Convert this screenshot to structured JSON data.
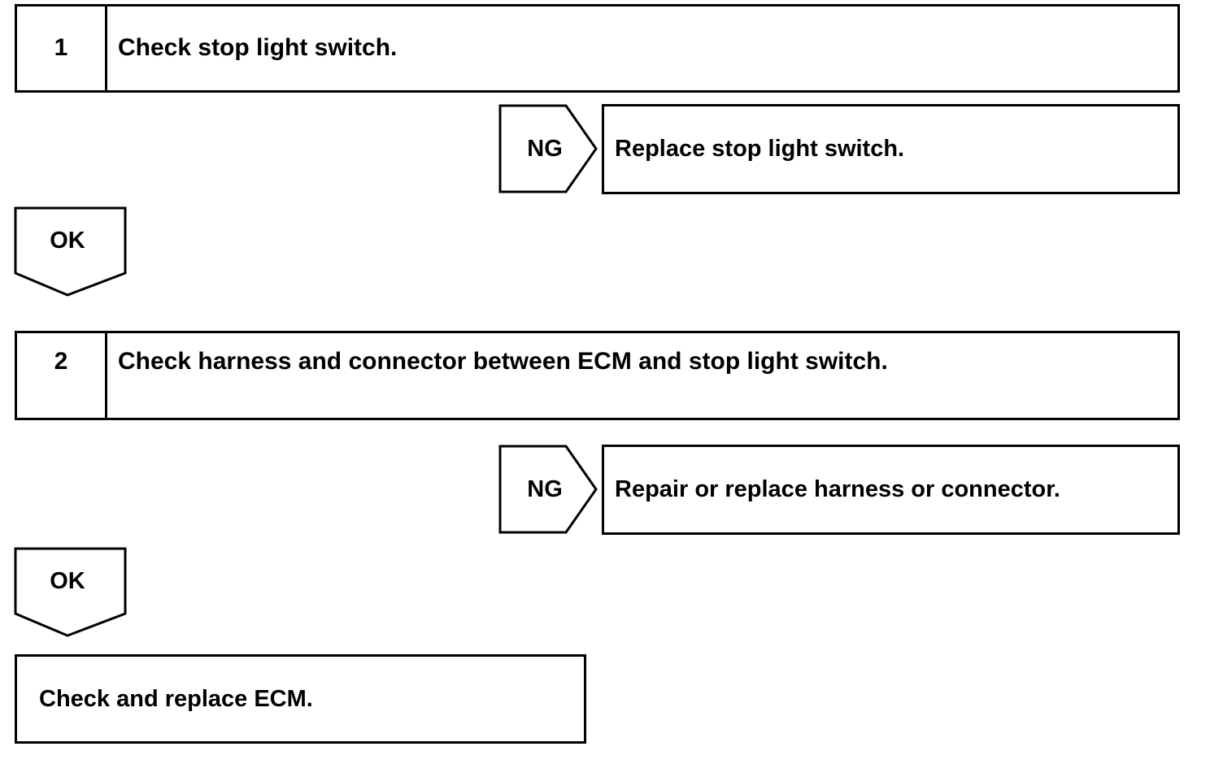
{
  "steps": [
    {
      "number": "1",
      "text": "Check stop light switch.",
      "ng_label": "NG",
      "ng_action": "Replace stop light switch.",
      "ok_label": "OK"
    },
    {
      "number": "2",
      "text": "Check harness and connector between ECM and stop light switch.",
      "ng_label": "NG",
      "ng_action": "Repair or replace harness or connector.",
      "ok_label": "OK"
    }
  ],
  "final_action": "Check and replace ECM."
}
